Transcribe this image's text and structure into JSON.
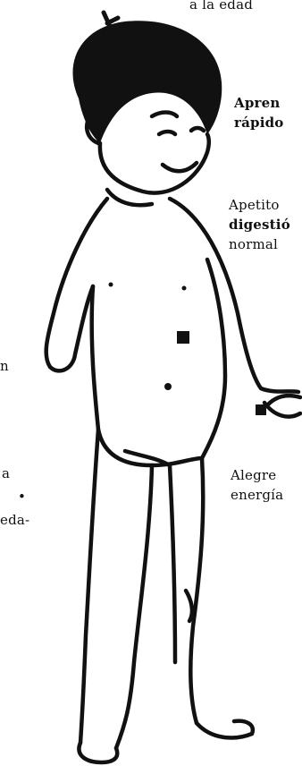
{
  "labels": {
    "top_cut": "a la edad",
    "learning": [
      "Apren",
      "rápido"
    ],
    "appetite": [
      "Apetito",
      "digestió",
      "normal"
    ],
    "joy": [
      "Alegre",
      "energía"
    ],
    "left_fragments": [
      "n",
      "a",
      "•",
      "eda-"
    ]
  },
  "colors": {
    "ink": "#111111",
    "background": "#ffffff"
  }
}
